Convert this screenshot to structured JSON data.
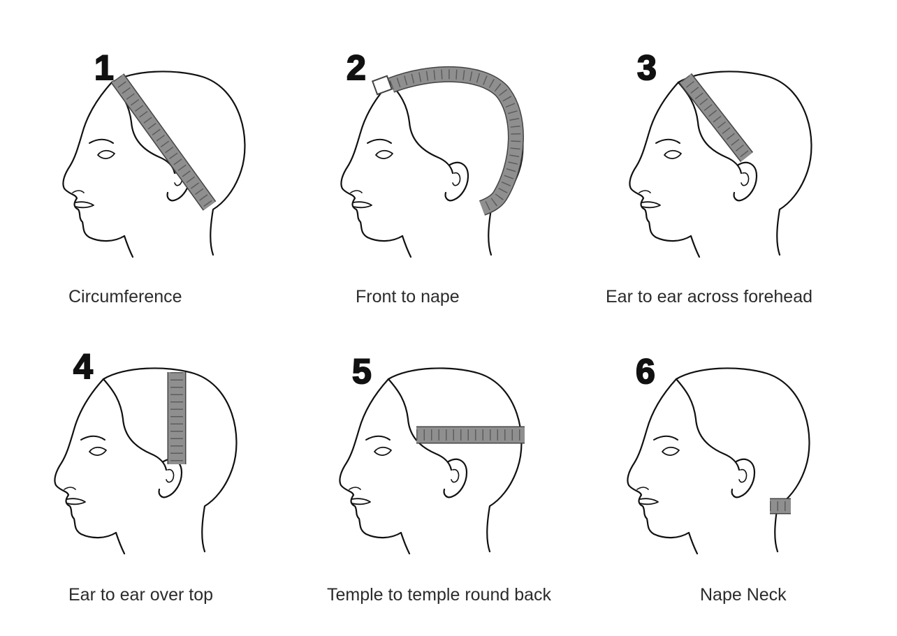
{
  "colors": {
    "line": "#111111",
    "tape": "#8f8f8f",
    "tape_edge": "#444444",
    "text": "#2b2b2b"
  },
  "steps": [
    {
      "number": "1",
      "label": "Circumference"
    },
    {
      "number": "2",
      "label": "Front to nape"
    },
    {
      "number": "3",
      "label": "Ear to ear across forehead"
    },
    {
      "number": "4",
      "label": "Ear to ear over top"
    },
    {
      "number": "5",
      "label": "Temple to temple round back"
    },
    {
      "number": "6",
      "label": "Nape Neck"
    }
  ]
}
